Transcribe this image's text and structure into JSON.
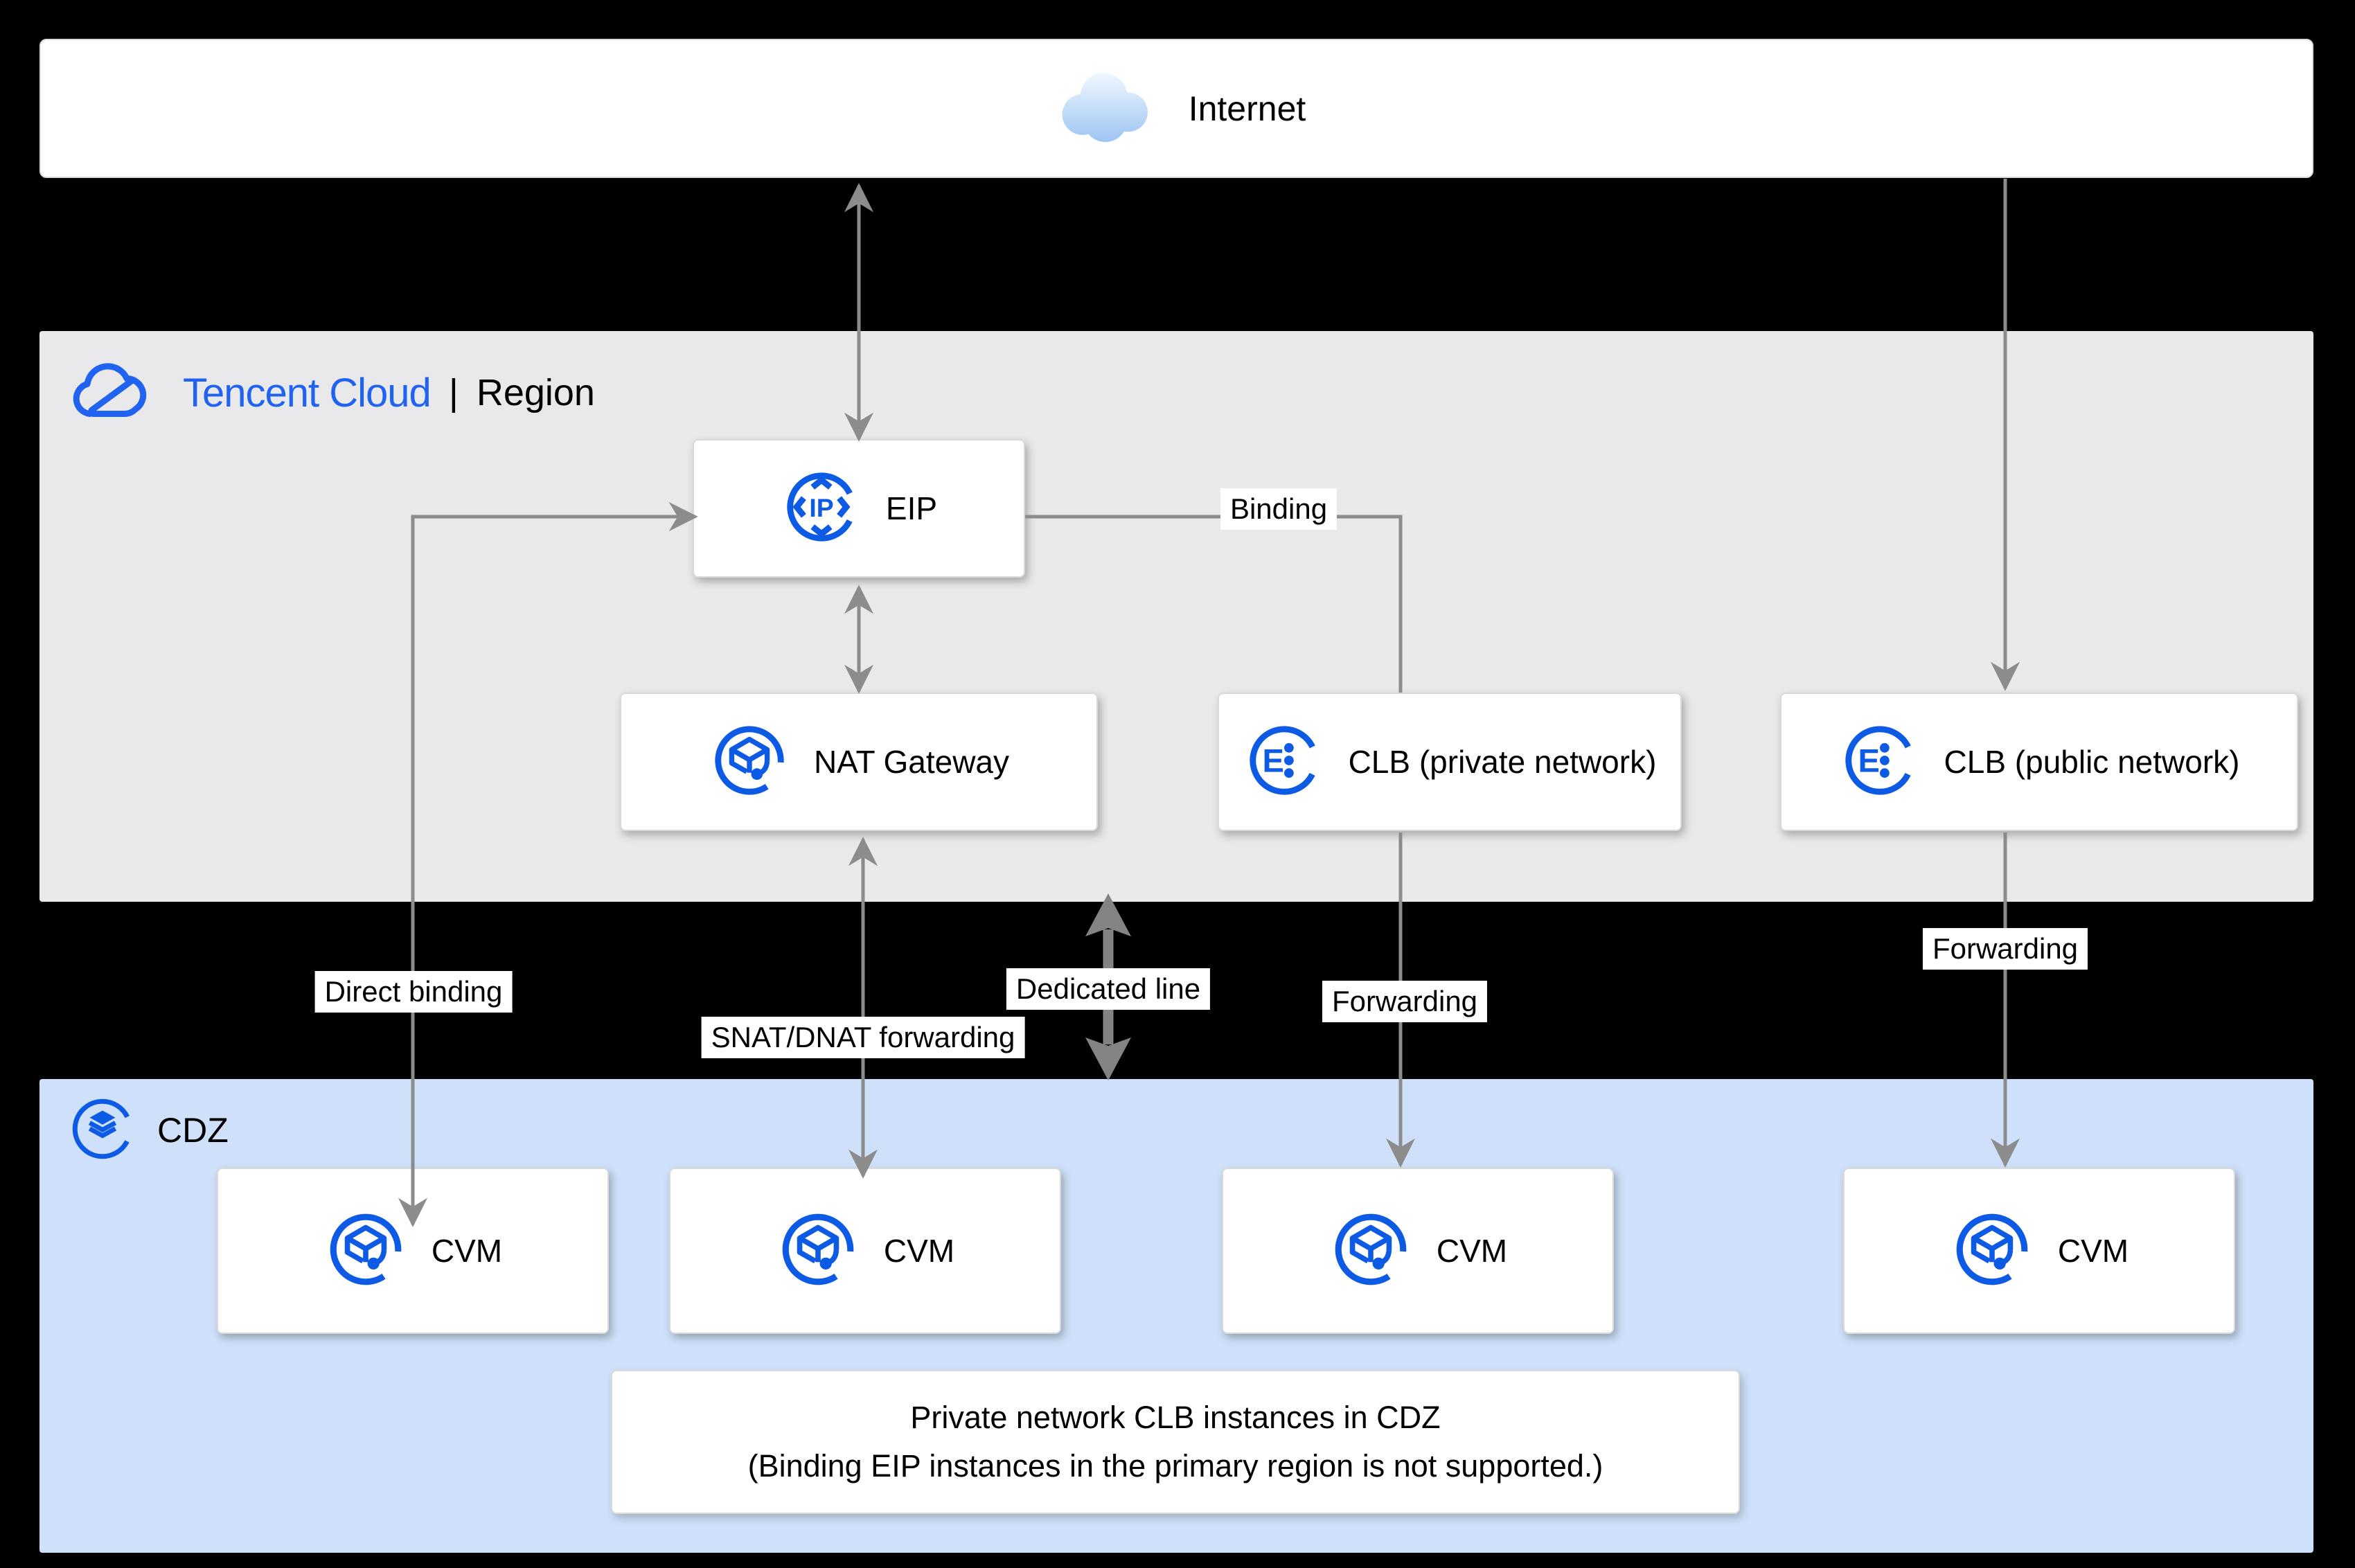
{
  "internet": {
    "label": "Internet"
  },
  "region": {
    "brand": "Tencent Cloud",
    "separator": "|",
    "name": "Region",
    "eip_label": "EIP",
    "nat_label": "NAT Gateway",
    "clb_private_label": "CLB (private network)",
    "clb_public_label": "CLB (public network)"
  },
  "cdz": {
    "label": "CDZ",
    "cvm_labels": [
      "CVM",
      "CVM",
      "CVM",
      "CVM"
    ],
    "note_line1": "Private network CLB instances in CDZ",
    "note_line2": "(Binding EIP instances in the primary region is not supported.)"
  },
  "edges": {
    "binding": "Binding",
    "direct_binding": "Direct binding",
    "snat_dnat": "SNAT/DNAT forwarding",
    "dedicated_line": "Dedicated line",
    "forwarding_private": "Forwarding",
    "forwarding_public": "Forwarding"
  },
  "icons": {
    "eip_glyph": "IP",
    "clb_glyph": "E"
  },
  "colors": {
    "background": "#000000",
    "region_gray": "#e9e9eb",
    "cdz_blue": "#cfe1fa",
    "panel_white": "#ffffff",
    "connector_gray": "#8c8c8c",
    "icon_blue": "#0d5be5",
    "brand_blue": "#2063f0",
    "text_black": "#000000",
    "cloud_gradient_top": "#f3f9ff",
    "cloud_gradient_bottom": "#9cc4f2"
  }
}
